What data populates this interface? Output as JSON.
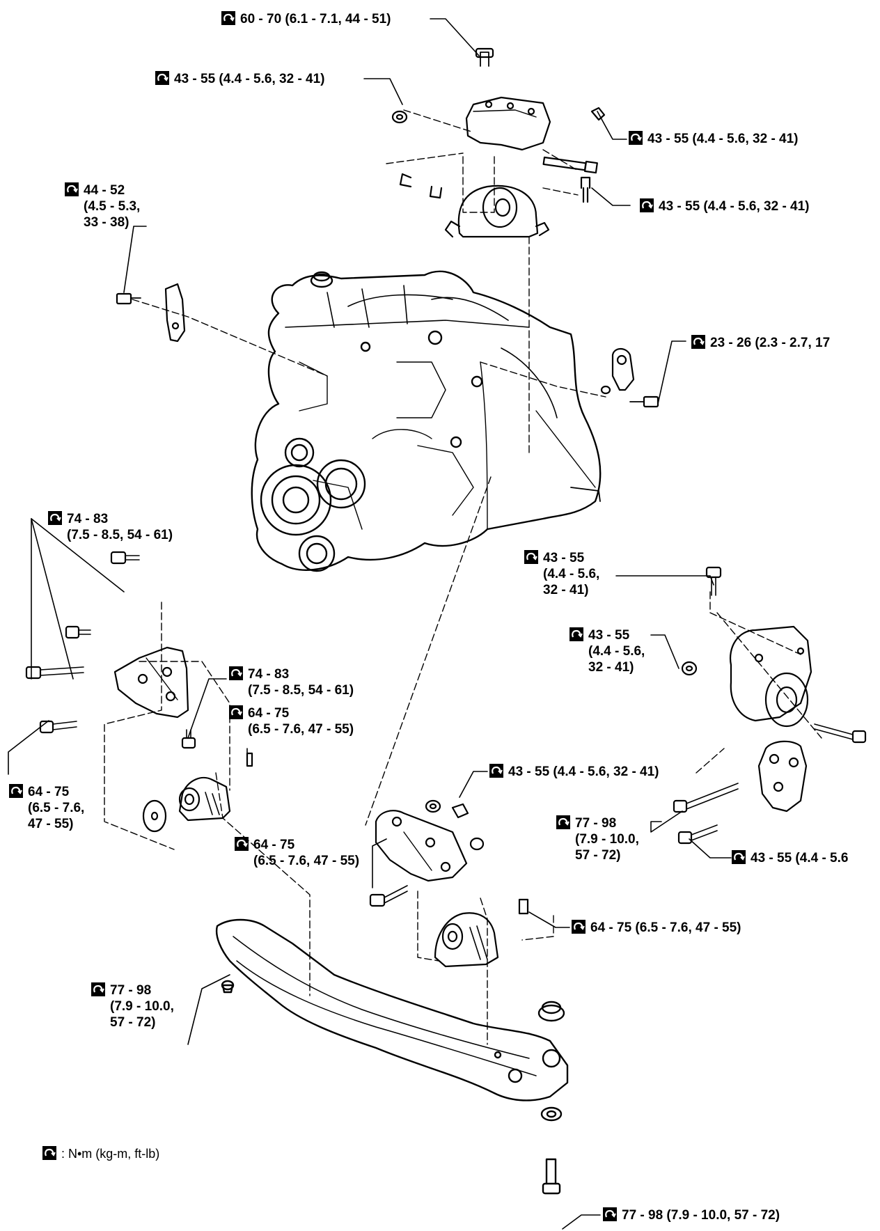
{
  "diagram": {
    "legend": {
      "text": ": N•m (kg-m, ft-lb)",
      "icon": "torque-wrench-icon"
    },
    "callouts": [
      {
        "id": "top-bolt",
        "lines": [
          "60 - 70 (6.1 - 7.1, 44 - 51)"
        ]
      },
      {
        "id": "top-left-nut",
        "lines": [
          "43 - 55 (4.4 - 5.6, 32 - 41)"
        ]
      },
      {
        "id": "top-right-bolt-1",
        "lines": [
          "43 - 55 (4.4 - 5.6, 32 - 41)"
        ]
      },
      {
        "id": "top-right-bolt-2",
        "lines": [
          "43 - 55 (4.4 - 5.6, 32 - 41)"
        ]
      },
      {
        "id": "left-bracket-bolt",
        "lines": [
          "44 - 52",
          "(4.5 - 5.3,",
          "33 - 38)"
        ]
      },
      {
        "id": "right-bracket-bolt",
        "lines": [
          "23 - 26 (2.3 - 2.7, 17"
        ]
      },
      {
        "id": "left-mount-bolts",
        "lines": [
          "74 - 83",
          "(7.5 - 8.5, 54 - 61)"
        ]
      },
      {
        "id": "left-mount-nut",
        "lines": [
          "74 - 83",
          "(7.5 - 8.5, 54 - 61)"
        ]
      },
      {
        "id": "left-mount-stud",
        "lines": [
          "64 - 75",
          "(6.5 - 7.6, 47 - 55)"
        ]
      },
      {
        "id": "left-lower-bolt",
        "lines": [
          "64 - 75",
          "(6.5 - 7.6,",
          "47 - 55)"
        ]
      },
      {
        "id": "right-mount-top-bolt",
        "lines": [
          "43 - 55",
          "(4.4 - 5.6,",
          "32 - 41)"
        ]
      },
      {
        "id": "right-mount-nut",
        "lines": [
          "43 - 55",
          "(4.4 - 5.6,",
          "32 - 41)"
        ]
      },
      {
        "id": "rear-mount-nut",
        "lines": [
          "43 - 55 (4.4 - 5.6, 32 - 41)"
        ]
      },
      {
        "id": "right-mount-through-bolt",
        "lines": [
          "77 - 98",
          "(7.9 - 10.0,",
          "57 - 72)"
        ]
      },
      {
        "id": "right-mount-lower-bolt",
        "lines": [
          "43 - 55 (4.4 - 5.6"
        ]
      },
      {
        "id": "rear-mount-bolt",
        "lines": [
          "64 - 75",
          "(6.5 - 7.6, 47 - 55)"
        ]
      },
      {
        "id": "rear-mount-stud",
        "lines": [
          "64 - 75 (6.5 - 7.6, 47 - 55)"
        ]
      },
      {
        "id": "crossmember-nut",
        "lines": [
          "77 - 98",
          "(7.9 - 10.0,",
          "57 - 72)"
        ]
      },
      {
        "id": "crossmember-bolt",
        "lines": [
          "77 - 98 (7.9 - 10.0, 57 - 72)"
        ]
      }
    ]
  }
}
